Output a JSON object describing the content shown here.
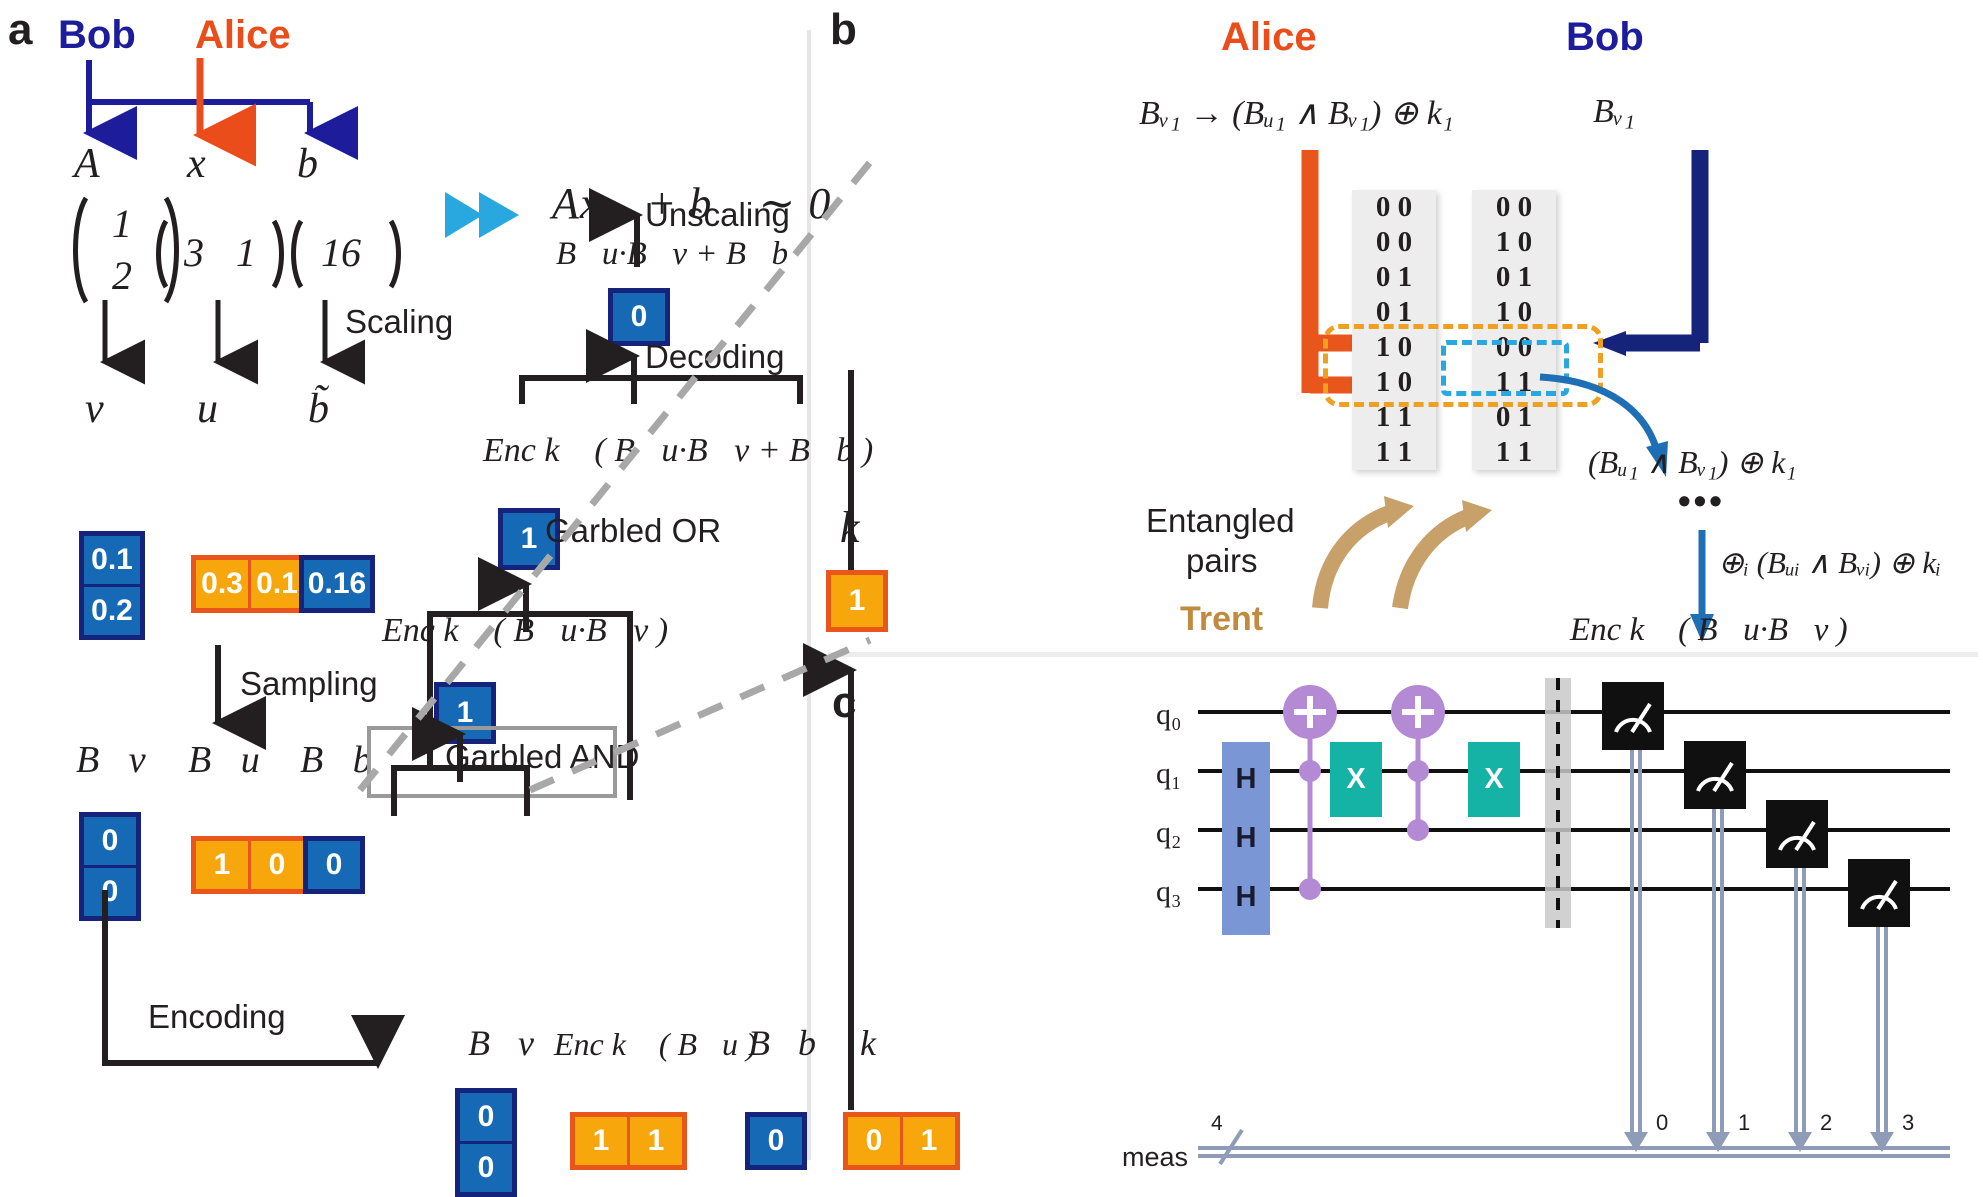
{
  "panels": {
    "a": {
      "letter": "a",
      "parties": {
        "bob": "Bob",
        "alice": "Alice"
      },
      "symbols": {
        "A": "A",
        "x_vec": "x⃗",
        "b_vec": "b⃗",
        "v_vec": "v⃗",
        "u_vec": "u⃗",
        "b_tilde": "b̃",
        "Bv": "B⃗v",
        "Bu": "B⃗u",
        "Bb": "B⃗b",
        "k_vec": "k⃗",
        "k_scalar": "k"
      },
      "matrix_A": [
        "1",
        "2"
      ],
      "vector_x": [
        "3",
        "1"
      ],
      "vector_b": [
        "16"
      ],
      "scaled": {
        "v": [
          "0.1",
          "0.2"
        ],
        "u": [
          "0.3",
          "0.1"
        ],
        "b": [
          "0.16"
        ]
      },
      "sampled": {
        "Bv": [
          "0",
          "0"
        ],
        "Bu": [
          "1",
          "0"
        ],
        "Bb": [
          "0"
        ]
      },
      "encoded": {
        "Bv": [
          "0",
          "0"
        ],
        "EncBu": [
          "1",
          "1"
        ],
        "Bb": [
          "0"
        ],
        "k": [
          "0",
          "1"
        ]
      },
      "arrow_labels": {
        "scaling": "Scaling",
        "sampling": "Sampling",
        "encoding": "Encoding",
        "unscaling": "Unscaling",
        "decoding": "Decoding",
        "garbled_or": "Garbled OR",
        "garbled_and": "Garbled AND"
      },
      "equation": "Ax⃗ + b⃗  ∼  0",
      "expressions": {
        "result_sum": "B⃗u·B⃗v + B⃗b",
        "enc_sum": "Enc k⃗ ( B⃗u·B⃗v + B⃗b )",
        "enc_prod": "Enc k⃗ ( B⃗u·B⃗v )",
        "enc_bu": "Enc k⃗ ( B⃗u )"
      },
      "result_boxes": {
        "top": [
          "0"
        ],
        "enc_sum": [
          "1"
        ],
        "enc_prod": [
          "1"
        ],
        "k_single": [
          "1"
        ]
      }
    },
    "b": {
      "letter": "b",
      "alice_label": "Alice",
      "bob_label": "Bob",
      "formula_left": "Bᵥ₁ → (Bᵤ₁ ∧ Bᵥ₁) ⊕ k₁",
      "formula_right": "Bᵥ₁",
      "table_left": [
        "0 0",
        "0 0",
        "0 1",
        "0 1",
        "1 0",
        "1 0",
        "1 1",
        "1 1"
      ],
      "table_right": [
        "0 0",
        "1 0",
        "0 1",
        "1 0",
        "0 0",
        "1 1",
        "0 1",
        "1 1"
      ],
      "result_label": "(Bᵤ₁ ∧ Bᵥ₁) ⊕ k₁",
      "ellipsis": "•••",
      "xor_sum": "⊕ᵢ (Bᵤᵢ ∧ Bᵥᵢ) ⊕ kᵢ",
      "enc_result": "Enc k⃗ ( B⃗u·B⃗v )",
      "entangled_label_line1": "Entangled",
      "entangled_label_line2": "pairs",
      "trent_label": "Trent"
    },
    "c": {
      "letter": "c",
      "qubit_labels": [
        "q₀",
        "q₁",
        "q₂",
        "q₃"
      ],
      "meas_label": "meas",
      "meas_width": "4",
      "clbit_indices": [
        "0",
        "1",
        "2",
        "3"
      ],
      "gates": {
        "hadamard": "H",
        "pauli_x": "X",
        "cnot_target": "+",
        "measure": "measure-icon"
      },
      "rows": [
        {
          "qubit": "q₀",
          "ops": [
            "cnot-target",
            "cnot-target",
            "measure"
          ]
        },
        {
          "qubit": "q₁",
          "ops": [
            "H",
            "cnot-control",
            "X",
            "cnot-control",
            "X",
            "measure"
          ]
        },
        {
          "qubit": "q₂",
          "ops": [
            "H",
            "cnot-control",
            "measure"
          ]
        },
        {
          "qubit": "q₃",
          "ops": [
            "H",
            "cnot-control",
            "measure"
          ]
        }
      ]
    }
  },
  "colors": {
    "blue_fill": "#1669b4",
    "blue_border": "#15237a",
    "orange_fill": "#f7a70c",
    "orange_border": "#e8561b",
    "alice": "#ea4d1a",
    "bob": "#1d1d9c",
    "trent": "#c08b3e",
    "cyan_arrow": "#29a8e0",
    "dash_orange": "#f0a020",
    "dash_cyan": "#29a8e0",
    "hadamard": "#7b96d4",
    "pauli_x": "#14b3a6",
    "cnot": "#b48ad4",
    "measure": "#101010"
  }
}
